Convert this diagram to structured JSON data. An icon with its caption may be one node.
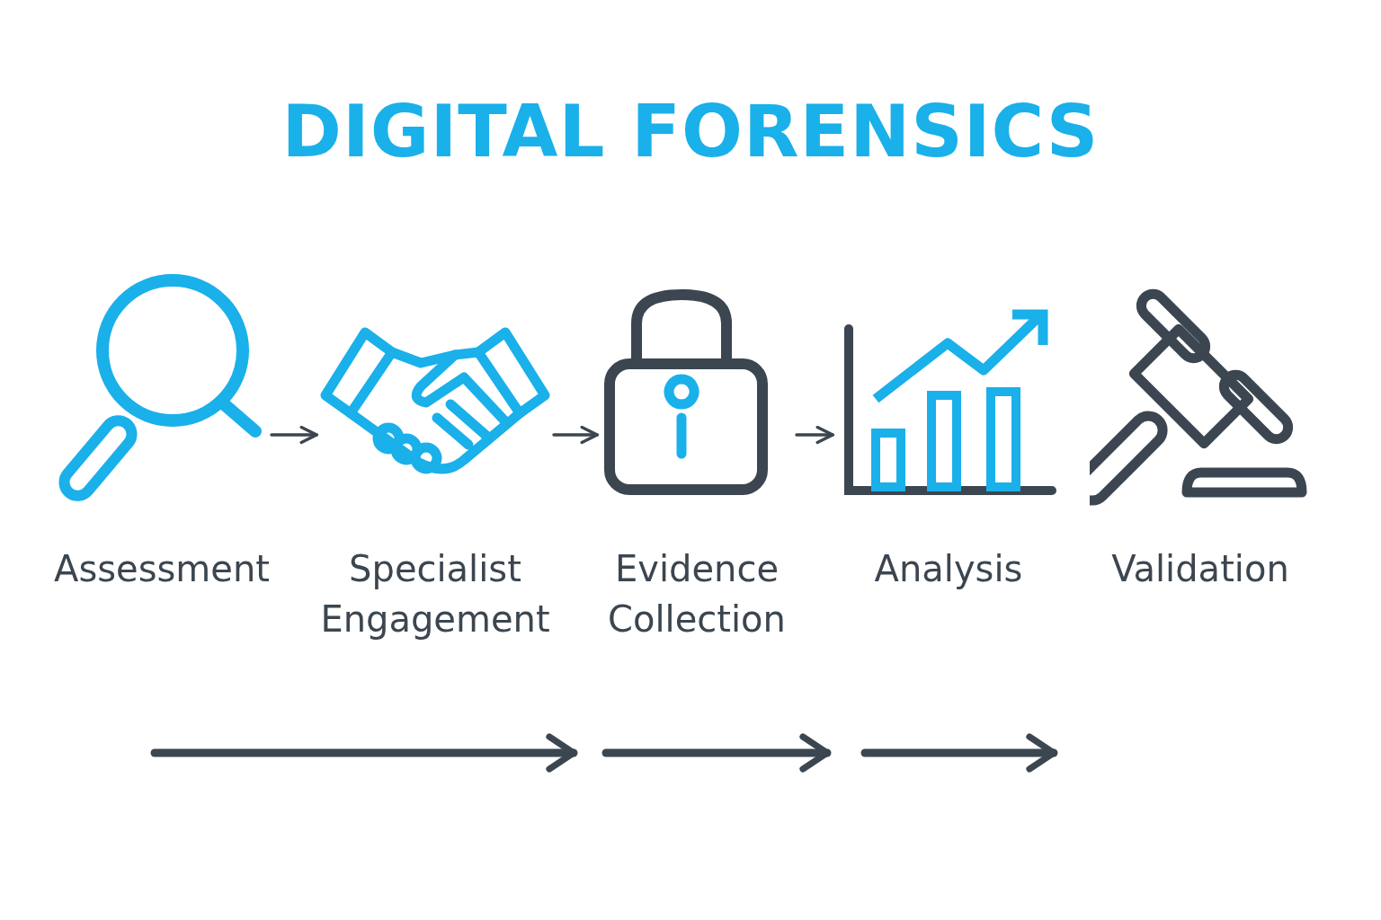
{
  "diagram": {
    "title": "DIGITAL FORENSICS",
    "nodes": [
      {
        "text": [
          "Assessment"
        ]
      },
      {
        "text": [
          "Specialist Engagement"
        ]
      },
      {
        "text": [
          "Evidence Collection"
        ]
      },
      {
        "text": [
          "Analysis"
        ]
      },
      {
        "text": [
          "Validation"
        ]
      }
    ],
    "edges": [
      {
        "from": 0,
        "to": 1,
        "arrow": "to"
      },
      {
        "from": 1,
        "to": 2,
        "arrow": "to"
      },
      {
        "from": 2,
        "to": 3,
        "arrow": "to"
      }
    ]
  }
}
